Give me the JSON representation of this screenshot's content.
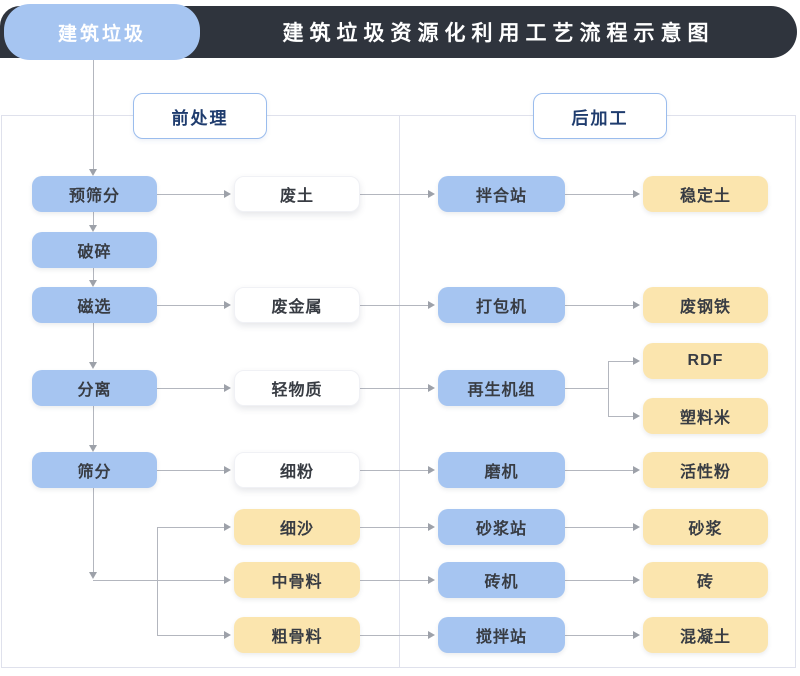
{
  "header": {
    "tab_label": "建筑垃圾",
    "title": "建筑垃圾资源化利用工艺流程示意图"
  },
  "sections": {
    "pre_treatment": "前处理",
    "post_processing": "后加工"
  },
  "flow": {
    "process_steps": [
      "预筛分",
      "破碎",
      "磁选",
      "分离",
      "筛分"
    ],
    "outputs": [
      "废土",
      "废金属",
      "轻物质",
      "细粉",
      "细沙",
      "中骨料",
      "粗骨料"
    ],
    "equipment": [
      "拌合站",
      "打包机",
      "再生机组",
      "磨机",
      "砂浆站",
      "砖机",
      "搅拌站"
    ],
    "products": [
      "稳定土",
      "废钢铁",
      "RDF",
      "塑料米",
      "活性粉",
      "砂浆",
      "砖",
      "混凝土"
    ]
  },
  "edges": [
    [
      "建筑垃圾",
      "预筛分"
    ],
    [
      "预筛分",
      "破碎"
    ],
    [
      "破碎",
      "磁选"
    ],
    [
      "磁选",
      "分离"
    ],
    [
      "分离",
      "筛分"
    ],
    [
      "预筛分",
      "废土"
    ],
    [
      "磁选",
      "废金属"
    ],
    [
      "分离",
      "轻物质"
    ],
    [
      "筛分",
      "细粉"
    ],
    [
      "筛分",
      "细沙"
    ],
    [
      "筛分",
      "中骨料"
    ],
    [
      "筛分",
      "粗骨料"
    ],
    [
      "废土",
      "拌合站"
    ],
    [
      "废金属",
      "打包机"
    ],
    [
      "轻物质",
      "再生机组"
    ],
    [
      "细粉",
      "磨机"
    ],
    [
      "细沙",
      "砂浆站"
    ],
    [
      "中骨料",
      "砖机"
    ],
    [
      "粗骨料",
      "搅拌站"
    ],
    [
      "拌合站",
      "稳定土"
    ],
    [
      "打包机",
      "废钢铁"
    ],
    [
      "再生机组",
      "RDF"
    ],
    [
      "再生机组",
      "塑料米"
    ],
    [
      "磨机",
      "活性粉"
    ],
    [
      "砂浆站",
      "砂浆"
    ],
    [
      "砖机",
      "砖"
    ],
    [
      "搅拌站",
      "混凝土"
    ]
  ],
  "colors": {
    "header_bg": "#2f343d",
    "header_text": "#ffffff",
    "process_box": "#a6c5f1",
    "product_box": "#fbe5ae",
    "white_box": "#ffffff",
    "section_border": "#9abced",
    "section_text": "#1f3c6e",
    "connector": "#b3b6be",
    "arrowhead": "#9da1a9",
    "panel_border": "#dfe1ec",
    "node_text": "#383c43"
  }
}
